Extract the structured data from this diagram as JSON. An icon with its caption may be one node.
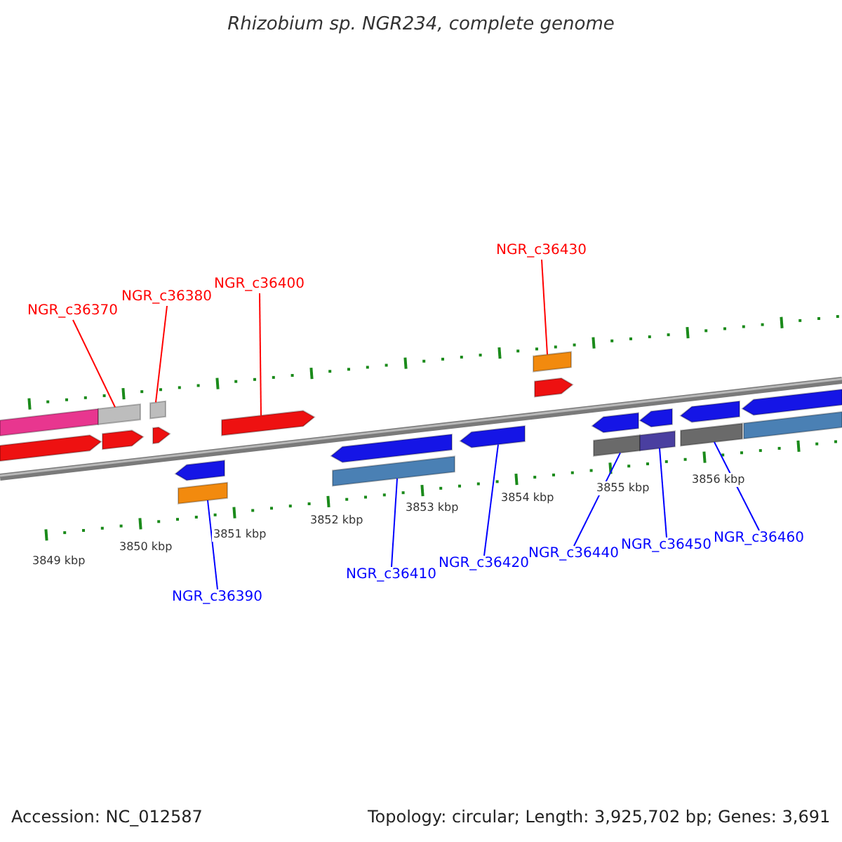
{
  "diagram": {
    "title": "Rhizobium sp. NGR234, complete genome",
    "nodes": [
      {
        "text": [
          "NGR_c36370"
        ]
      },
      {
        "text": [
          "NGR_c36380"
        ]
      },
      {
        "text": [
          "NGR_c36400"
        ]
      },
      {
        "text": [
          "NGR_c36430"
        ]
      },
      {
        "text": [],
        "shape": "bar"
      },
      {
        "text": [],
        "shape": "bar"
      },
      {
        "text": [],
        "shape": "bar"
      },
      {
        "text": [],
        "shape": "box"
      },
      {
        "text": [],
        "shape": "box"
      },
      {
        "text": [],
        "shape": "box"
      },
      {
        "text": [],
        "shape": "box"
      },
      {
        "text": [],
        "shape": "bar"
      },
      {
        "text": [],
        "shape": "box"
      },
      {
        "text": [],
        "shape": "box"
      },
      {
        "text": [],
        "shape": "bar"
      },
      {
        "text": [],
        "shape": "box"
      },
      {
        "text": [],
        "shape": "bar"
      },
      {
        "text": [],
        "shape": "box"
      },
      {
        "text": [],
        "shape": "box"
      },
      {
        "text": [],
        "shape": "bar"
      },
      {
        "text": [],
        "shape": "box"
      },
      {
        "text": [],
        "shape": "bar"
      },
      {
        "text": [],
        "shape": "box"
      },
      {
        "text": [],
        "shape": "bar"
      },
      {
        "text": [],
        "shape": "box"
      },
      {
        "text": [],
        "shape": "bar"
      },
      {
        "text": [
          "NGR_c36390"
        ]
      },
      {
        "text": [
          "NGR_c36410"
        ]
      },
      {
        "text": [
          "NGR_c36420"
        ]
      },
      {
        "text": [
          "NGR_c36440"
        ]
      },
      {
        "text": [
          "NGR_c36450"
        ]
      },
      {
        "text": [
          "NGR_c36460"
        ]
      }
    ],
    "edges": [
      {
        "from": 0,
        "to": 5,
        "arrow": "none",
        "color": "#ff0000"
      },
      {
        "from": 1,
        "to": 6,
        "arrow": "none",
        "color": "#ff0000"
      },
      {
        "from": 2,
        "to": 10,
        "arrow": "none",
        "color": "#ff0000"
      },
      {
        "from": 3,
        "to": 11,
        "arrow": "none",
        "color": "#ff0000"
      },
      {
        "from": 26,
        "to": 14,
        "arrow": "none"
      },
      {
        "from": 27,
        "to": 16,
        "arrow": "none"
      },
      {
        "from": 28,
        "to": 17,
        "arrow": "none"
      },
      {
        "from": 29,
        "to": 19,
        "arrow": "none"
      },
      {
        "from": 30,
        "to": 21,
        "arrow": "none"
      },
      {
        "from": 31,
        "to": 23,
        "arrow": "none"
      }
    ],
    "labels": [
      "3849 kbp",
      "3850 kbp",
      "3851 kbp",
      "3852 kbp",
      "3853 kbp",
      "3854 kbp",
      "3855 kbp",
      "3856 kbp",
      "Accession: NC_012587",
      "Topology: circular; Length: 3,925,702 bp; Genes: 3,691"
    ]
  }
}
